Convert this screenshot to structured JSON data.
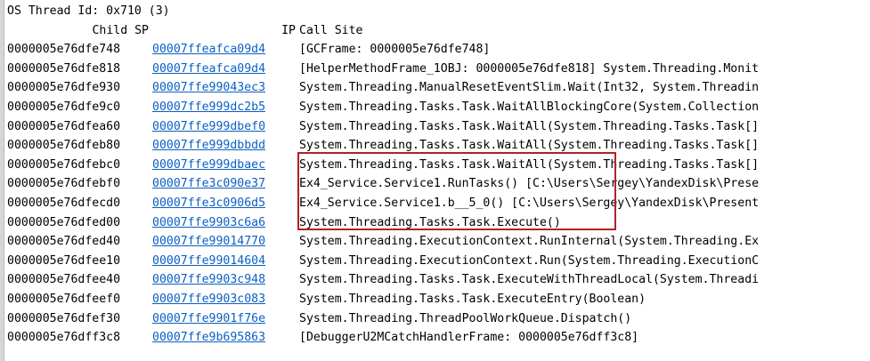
{
  "title": "OS Thread Id: 0x710 (3)",
  "columns": {
    "child_sp": "Child SP",
    "ip": "IP",
    "call_site": "Call Site"
  },
  "rows": [
    {
      "sp": "0000005e76dfe748",
      "ip": "00007ffeafca09d4",
      "call_site": "[GCFrame: 0000005e76dfe748]"
    },
    {
      "sp": "0000005e76dfe818",
      "ip": "00007ffeafca09d4",
      "call_site": "[HelperMethodFrame_1OBJ: 0000005e76dfe818] System.Threading.Monit"
    },
    {
      "sp": "0000005e76dfe930",
      "ip": "00007ffe99043ec3",
      "call_site": "System.Threading.ManualResetEventSlim.Wait(Int32, System.Threadin"
    },
    {
      "sp": "0000005e76dfe9c0",
      "ip": "00007ffe999dc2b5",
      "call_site": "System.Threading.Tasks.Task.WaitAllBlockingCore(System.Collection"
    },
    {
      "sp": "0000005e76dfea60",
      "ip": "00007ffe999dbef0",
      "call_site": "System.Threading.Tasks.Task.WaitAll(System.Threading.Tasks.Task[]"
    },
    {
      "sp": "0000005e76dfeb80",
      "ip": "00007ffe999dbbdd",
      "call_site": "System.Threading.Tasks.Task.WaitAll(System.Threading.Tasks.Task[]"
    },
    {
      "sp": "0000005e76dfebc0",
      "ip": "00007ffe999dbaec",
      "call_site": "System.Threading.Tasks.Task.WaitAll(System.Threading.Tasks.Task[]"
    },
    {
      "sp": "0000005e76dfebf0",
      "ip": "00007ffe3c090e37",
      "call_site": "Ex4_Service.Service1.RunTasks() [C:\\Users\\Sergey\\YandexDisk\\Prese"
    },
    {
      "sp": "0000005e76dfecd0",
      "ip": "00007ffe3c0906d5",
      "call_site": "Ex4_Service.Service1.b__5_0() [C:\\Users\\Sergey\\YandexDisk\\Present"
    },
    {
      "sp": "0000005e76dfed00",
      "ip": "00007ffe9903c6a6",
      "call_site": "System.Threading.Tasks.Task.Execute()"
    },
    {
      "sp": "0000005e76dfed40",
      "ip": "00007ffe99014770",
      "call_site": "System.Threading.ExecutionContext.RunInternal(System.Threading.Ex"
    },
    {
      "sp": "0000005e76dfee10",
      "ip": "00007ffe99014604",
      "call_site": "System.Threading.ExecutionContext.Run(System.Threading.ExecutionC"
    },
    {
      "sp": "0000005e76dfee40",
      "ip": "00007ffe9903c948",
      "call_site": "System.Threading.Tasks.Task.ExecuteWithThreadLocal(System.Threadi"
    },
    {
      "sp": "0000005e76dfeef0",
      "ip": "00007ffe9903c083",
      "call_site": "System.Threading.Tasks.Task.ExecuteEntry(Boolean)"
    },
    {
      "sp": "0000005e76dfef30",
      "ip": "00007ffe9901f76e",
      "call_site": "System.Threading.ThreadPoolWorkQueue.Dispatch()"
    },
    {
      "sp": "0000005e76dff3c8",
      "ip": "00007ffe9b695863",
      "call_site": "[DebuggerU2MCatchHandlerFrame: 0000005e76dff3c8]"
    }
  ],
  "colors": {
    "link": "#0b5fc4",
    "highlight_border": "#b22222",
    "text": "#000000",
    "background": "#ffffff"
  }
}
